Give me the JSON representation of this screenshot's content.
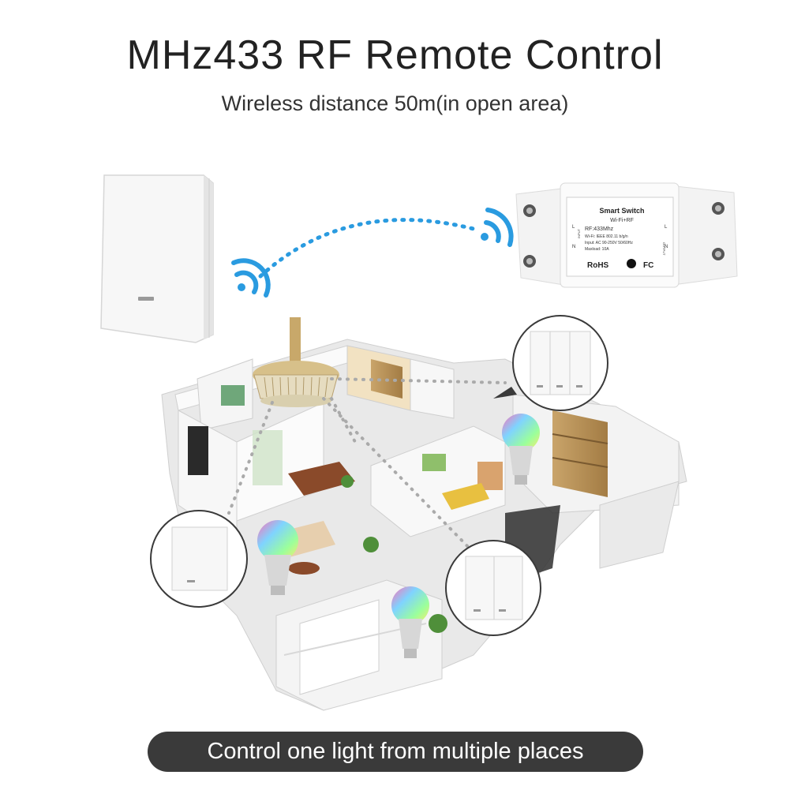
{
  "header": {
    "title": "MHz433 RF Remote Control",
    "subtitle": "Wireless distance 50m(in open area)"
  },
  "module": {
    "name": "Smart Switch",
    "type": "Wi-Fi+RF",
    "rf": "RF:433Mhz",
    "wifi": "Wi-Fi: IEEE 802.11 b/g/n",
    "input": "Input: AC 90-250V 50/60Hz",
    "maxload": "Maxload: 10A",
    "rohs": "RoHS",
    "fc": "FC",
    "terminal_l": "L",
    "terminal_n": "N",
    "input_side": "INPUT",
    "output_side": "OUTPUT"
  },
  "caption": "Control one light from multiple places",
  "colors": {
    "signal": "#2a9be0",
    "caption_bg": "#3a3a3a",
    "wall": "#f2f2f2"
  }
}
